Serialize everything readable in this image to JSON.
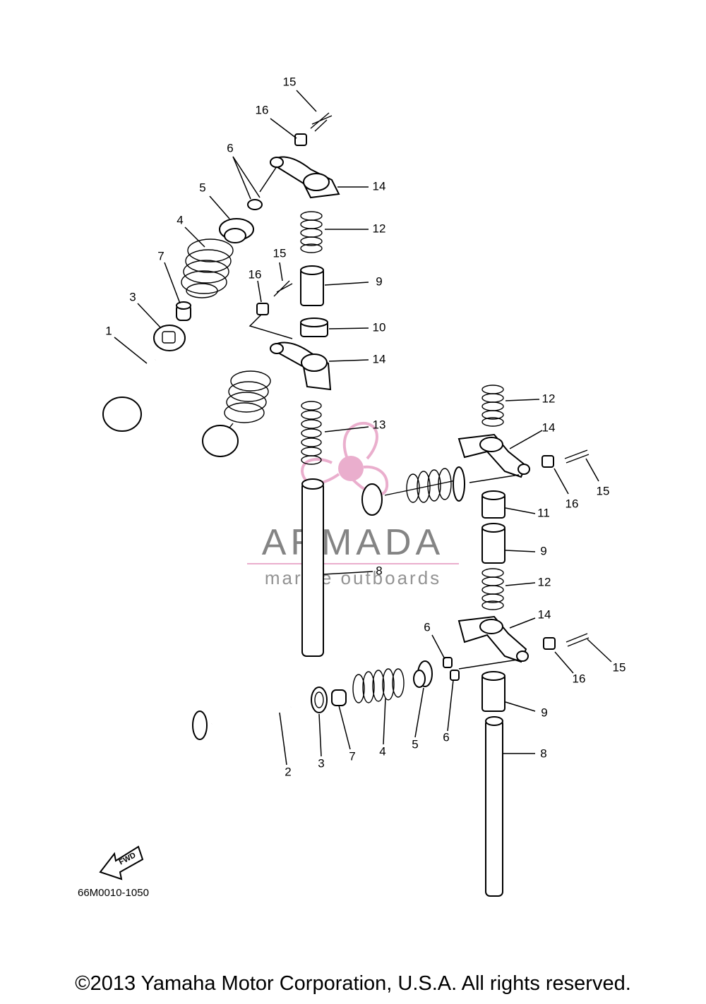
{
  "diagram_code": "66M0010-1050",
  "copyright": "©2013 Yamaha Motor Corporation, U.S.A. All rights reserved.",
  "fwd_label": "FWD",
  "watermark": {
    "brand": "ARMADA",
    "tagline": "marine outboards",
    "accent_color": "#e8a6c8",
    "text_color": "#777777"
  },
  "callouts": [
    {
      "id": "c15a",
      "text": "15"
    },
    {
      "id": "c16a",
      "text": "16"
    },
    {
      "id": "c6a",
      "text": "6"
    },
    {
      "id": "c5a",
      "text": "5"
    },
    {
      "id": "c4a",
      "text": "4"
    },
    {
      "id": "c7a",
      "text": "7"
    },
    {
      "id": "c3a",
      "text": "3"
    },
    {
      "id": "c1",
      "text": "1"
    },
    {
      "id": "c14a",
      "text": "14"
    },
    {
      "id": "c12a",
      "text": "12"
    },
    {
      "id": "c15b",
      "text": "15"
    },
    {
      "id": "c16b",
      "text": "16"
    },
    {
      "id": "c9a",
      "text": "9"
    },
    {
      "id": "c10",
      "text": "10"
    },
    {
      "id": "c14b",
      "text": "14"
    },
    {
      "id": "c13",
      "text": "13"
    },
    {
      "id": "c12b",
      "text": "12"
    },
    {
      "id": "c14c",
      "text": "14"
    },
    {
      "id": "c16c",
      "text": "16"
    },
    {
      "id": "c15c",
      "text": "15"
    },
    {
      "id": "c11",
      "text": "11"
    },
    {
      "id": "c9b",
      "text": "9"
    },
    {
      "id": "c8a",
      "text": "8"
    },
    {
      "id": "c12c",
      "text": "12"
    },
    {
      "id": "c14d",
      "text": "14"
    },
    {
      "id": "c6b",
      "text": "6"
    },
    {
      "id": "c16d",
      "text": "16"
    },
    {
      "id": "c15d",
      "text": "15"
    },
    {
      "id": "c9c",
      "text": "9"
    },
    {
      "id": "c6c",
      "text": "6"
    },
    {
      "id": "c5b",
      "text": "5"
    },
    {
      "id": "c4b",
      "text": "4"
    },
    {
      "id": "c7b",
      "text": "7"
    },
    {
      "id": "c3b",
      "text": "3"
    },
    {
      "id": "c2",
      "text": "2"
    },
    {
      "id": "c8b",
      "text": "8"
    }
  ]
}
